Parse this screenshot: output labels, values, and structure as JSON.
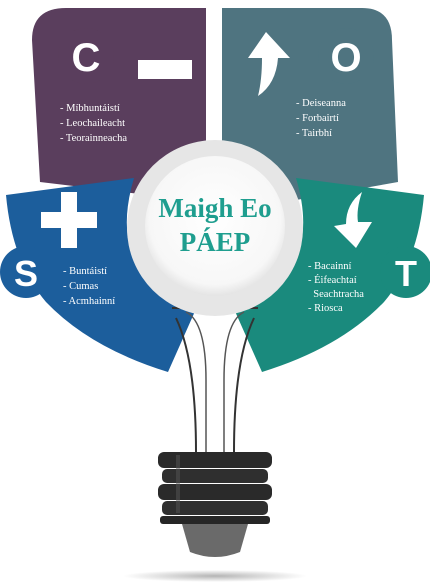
{
  "diagram": {
    "center_line1": "Maigh Eo",
    "center_line2": "PÁEP",
    "segments": [
      {
        "letter": "C",
        "color": "#5a3e5d",
        "symbol": "minus-icon",
        "items": [
          "- Míbhuntáistí",
          "- Leochaileacht",
          "- Teorainneacha"
        ]
      },
      {
        "letter": "O",
        "color": "#4f7480",
        "symbol": "arrow-up-icon",
        "items": [
          "- Deiseanna",
          "- Forbairtí",
          "- Tairbhí"
        ]
      },
      {
        "letter": "S",
        "color": "#1c5e9c",
        "symbol": "plus-icon",
        "items": [
          "- Buntáistí",
          "- Cumas",
          "- Acmhainní"
        ]
      },
      {
        "letter": "T",
        "color": "#1a8a7d",
        "symbol": "arrow-down-icon",
        "items": [
          "- Bacainní",
          "- Éifeachtaí",
          "  Seachtracha",
          "- Riosca"
        ]
      }
    ],
    "bulb_color": "#2a2a2a",
    "hub_ring_color": "#e6e6e6",
    "hub_text_color": "#1f9e8f"
  }
}
